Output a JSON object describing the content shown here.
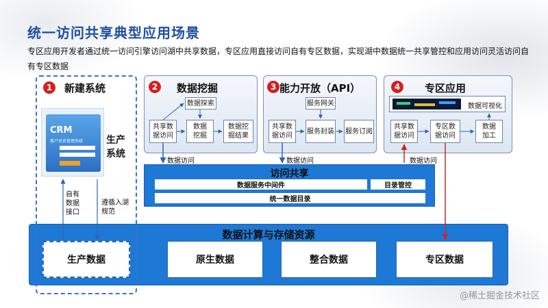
{
  "title": "统一访问共享典型应用场景",
  "subtitle": "专区应用开发者通过统一访问引擎访问湖中共享数据，专区应用直接访问自有专区数据，实现湖中数据统一共享管控和应用访问灵活访问自有专区数据",
  "panels": {
    "p1": {
      "num": "1",
      "title": "新建系统",
      "side_label_1": "生产",
      "side_label_2": "系统",
      "crm_text": "CRM",
      "crm_sub": "客户关系管理系统"
    },
    "p2": {
      "num": "2",
      "title": "数据挖掘",
      "explore": "数据探索",
      "n1": "共享数\n据访问",
      "n2": "数据\n挖掘",
      "n3": "数据挖\n掘结果"
    },
    "p3": {
      "num": "3",
      "title": "能力开放（API）",
      "gateway": "服务网关",
      "n1": "共享数\n据访问",
      "n2": "服务封装",
      "n3": "服务订阅"
    },
    "p4": {
      "num": "4",
      "title": "专区应用",
      "viz": "数据可视化",
      "n1": "共享数\n据访问",
      "n2": "专区数\n据访问",
      "n3": "数据\n加工"
    }
  },
  "labels": {
    "access_1": "数据访问",
    "access_2": "数据访问",
    "access_3": "数据访问",
    "own_interface": "自有\n数据\n接口",
    "follow_rule": "遵循入湖\n规范"
  },
  "sharing": {
    "title": "访问共享",
    "middleware": "数据服务中间件",
    "catalog_mgmt": "目录管控",
    "unified_catalog": "统一数据目录"
  },
  "storage": {
    "title": "数据计算与存储资源",
    "boxes": [
      "生产数据",
      "原生数据",
      "整合数据",
      "专区数据"
    ]
  },
  "watermark": "@稀土掘金技术社区",
  "colors": {
    "title": "#1f4fa0",
    "badge": "#d42020",
    "blue_panel": "#1e78d6",
    "arrow_blue": "#2b63b5",
    "arrow_red": "#c62828"
  }
}
